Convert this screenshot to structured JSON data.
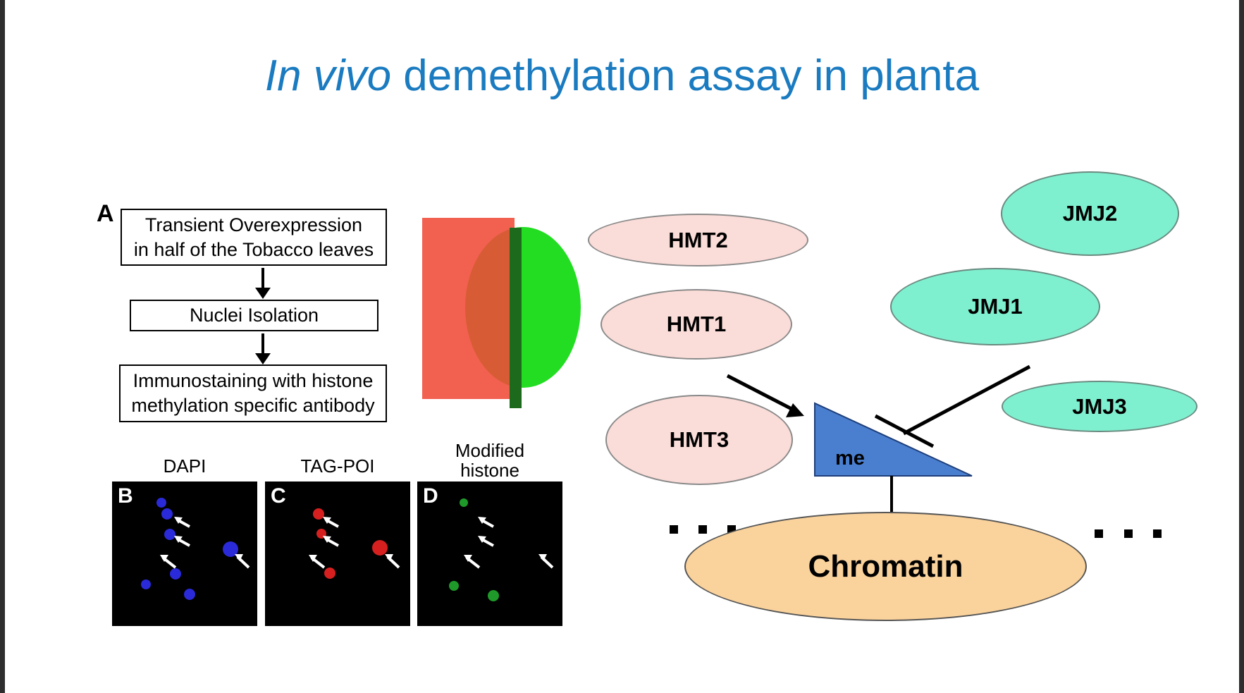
{
  "title": {
    "italic": "In vivo",
    "rest": " demethylation assay in planta"
  },
  "panel_a": {
    "letter": "A",
    "step1_line1": "Transient Overexpression",
    "step1_line2": "in half of the Tobacco leaves",
    "step2": "Nuclei Isolation",
    "step3_line1": "Immunostaining with histone",
    "step3_line2": "methylation specific antibody"
  },
  "panels": [
    {
      "letter": "B",
      "label": "DAPI",
      "color": "#2a2ad8"
    },
    {
      "letter": "C",
      "label": "TAG-POI",
      "color": "#d62020"
    },
    {
      "letter": "D",
      "label_line1": "Modified",
      "label_line2": "histone",
      "color": "#1f9a2a"
    }
  ],
  "diagram": {
    "hmt": [
      "HMT2",
      "HMT1",
      "HMT3"
    ],
    "jmj": [
      "JMJ2",
      "JMJ1",
      "JMJ3"
    ],
    "mark": "me",
    "chromatin": "Chromatin",
    "colors": {
      "hmt": "#fadcd8",
      "jmj": "#7ff0cf",
      "mark": "#4a7fd0",
      "chromatin": "#fad29c",
      "title": "#1a7bc0"
    }
  }
}
